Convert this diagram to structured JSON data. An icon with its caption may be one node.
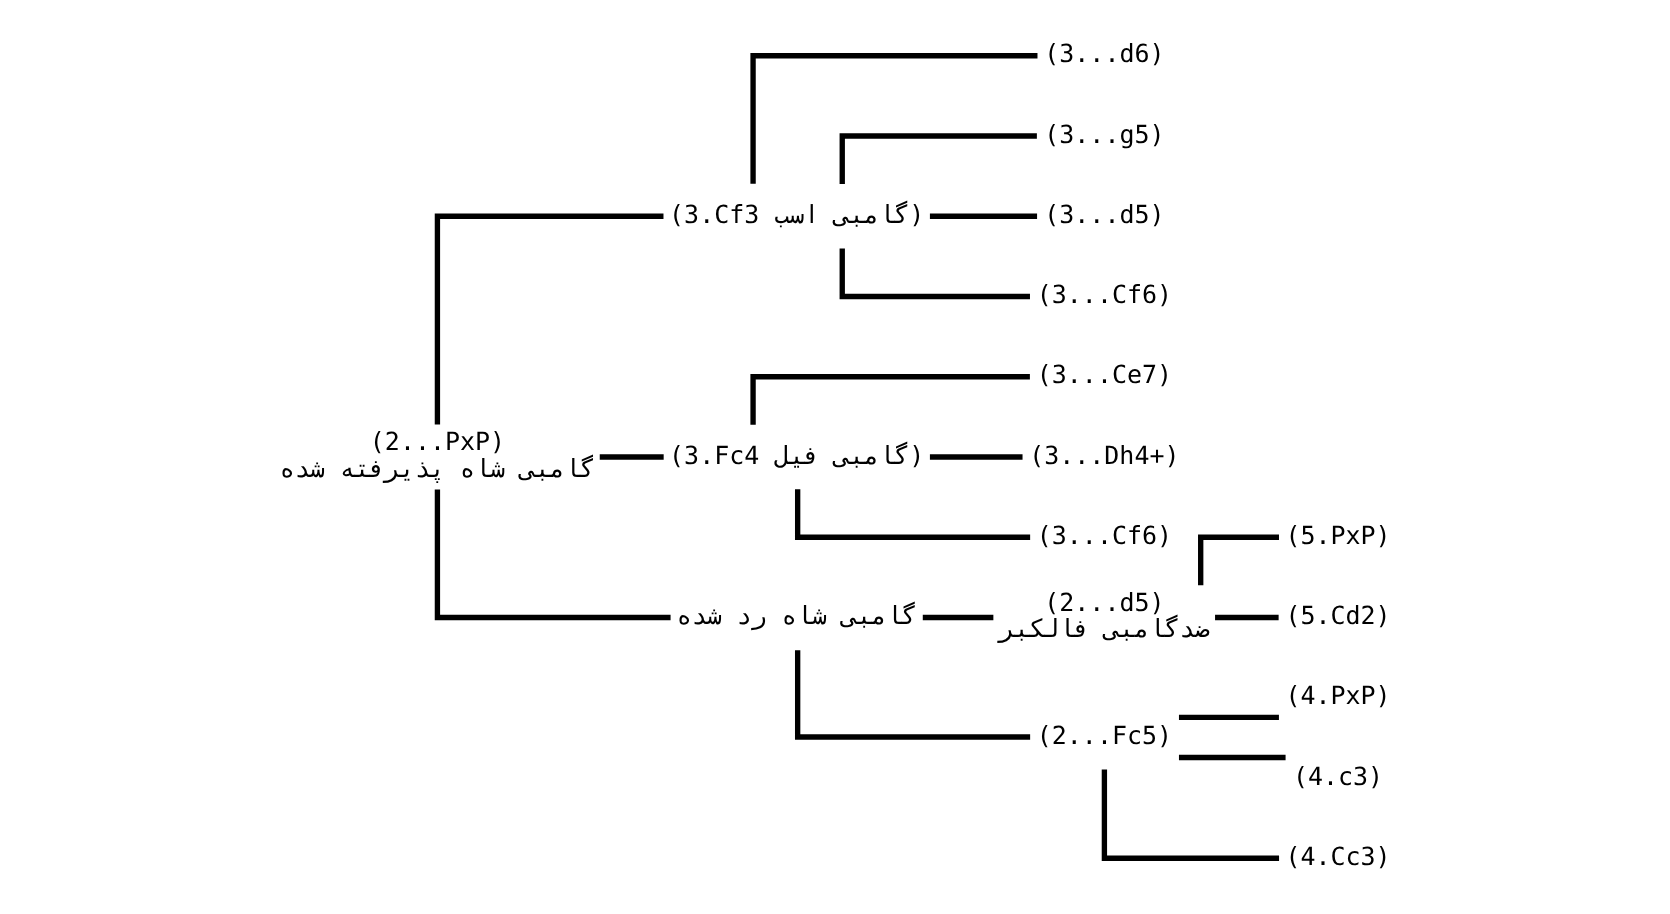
{
  "diagram": {
    "nodes": [
      {
        "text": [
          "(2...PxP)",
          "گامبی شاه پذیرفته شده"
        ]
      },
      {
        "text": [
          "(3.Cf3 گامبی اسب)"
        ]
      },
      {
        "text": [
          "(3...d6)"
        ]
      },
      {
        "text": [
          "(3...g5)"
        ]
      },
      {
        "text": [
          "(3...d5)"
        ]
      },
      {
        "text": [
          "(3...Cf6)"
        ]
      },
      {
        "text": [
          "(3.Fc4 گامبی فیل)"
        ]
      },
      {
        "text": [
          "(3...Ce7)"
        ]
      },
      {
        "text": [
          "(3...Dh4+)"
        ]
      },
      {
        "text": [
          "(3...Cf6)"
        ]
      },
      {
        "text": [
          "(2...d5)",
          "ضدگامبی فالکبر"
        ]
      },
      {
        "text": [
          "(5.PxP)"
        ]
      },
      {
        "text": [
          "(5.Cd2)"
        ]
      },
      {
        "text": [
          "گامبی شاه رد شده"
        ]
      },
      {
        "text": [
          "(2...Fc5)"
        ]
      },
      {
        "text": [
          "(4.PxP)"
        ]
      },
      {
        "text": [
          "(4.c3)"
        ]
      },
      {
        "text": [
          "(4.Cc3)"
        ]
      }
    ],
    "edges": [
      {
        "from": 0,
        "to": 1,
        "arrow": "none"
      },
      {
        "from": 1,
        "to": 2,
        "arrow": "none"
      },
      {
        "from": 1,
        "to": 3,
        "arrow": "none"
      },
      {
        "from": 1,
        "to": 4,
        "arrow": "none"
      },
      {
        "from": 1,
        "to": 5,
        "arrow": "none"
      },
      {
        "from": 0,
        "to": 6,
        "arrow": "none"
      },
      {
        "from": 6,
        "to": 7,
        "arrow": "none"
      },
      {
        "from": 6,
        "to": 8,
        "arrow": "none"
      },
      {
        "from": 6,
        "to": 9,
        "arrow": "none"
      },
      {
        "from": 0,
        "to": 13,
        "arrow": "none"
      },
      {
        "from": 13,
        "to": 10,
        "arrow": "none"
      },
      {
        "from": 10,
        "to": 11,
        "arrow": "none"
      },
      {
        "from": 10,
        "to": 12,
        "arrow": "none"
      },
      {
        "from": 13,
        "to": 14,
        "arrow": "none"
      },
      {
        "from": 14,
        "to": 15,
        "arrow": "none"
      },
      {
        "from": 14,
        "to": 16,
        "arrow": "none"
      },
      {
        "from": 14,
        "to": 17,
        "arrow": "none"
      }
    ]
  }
}
